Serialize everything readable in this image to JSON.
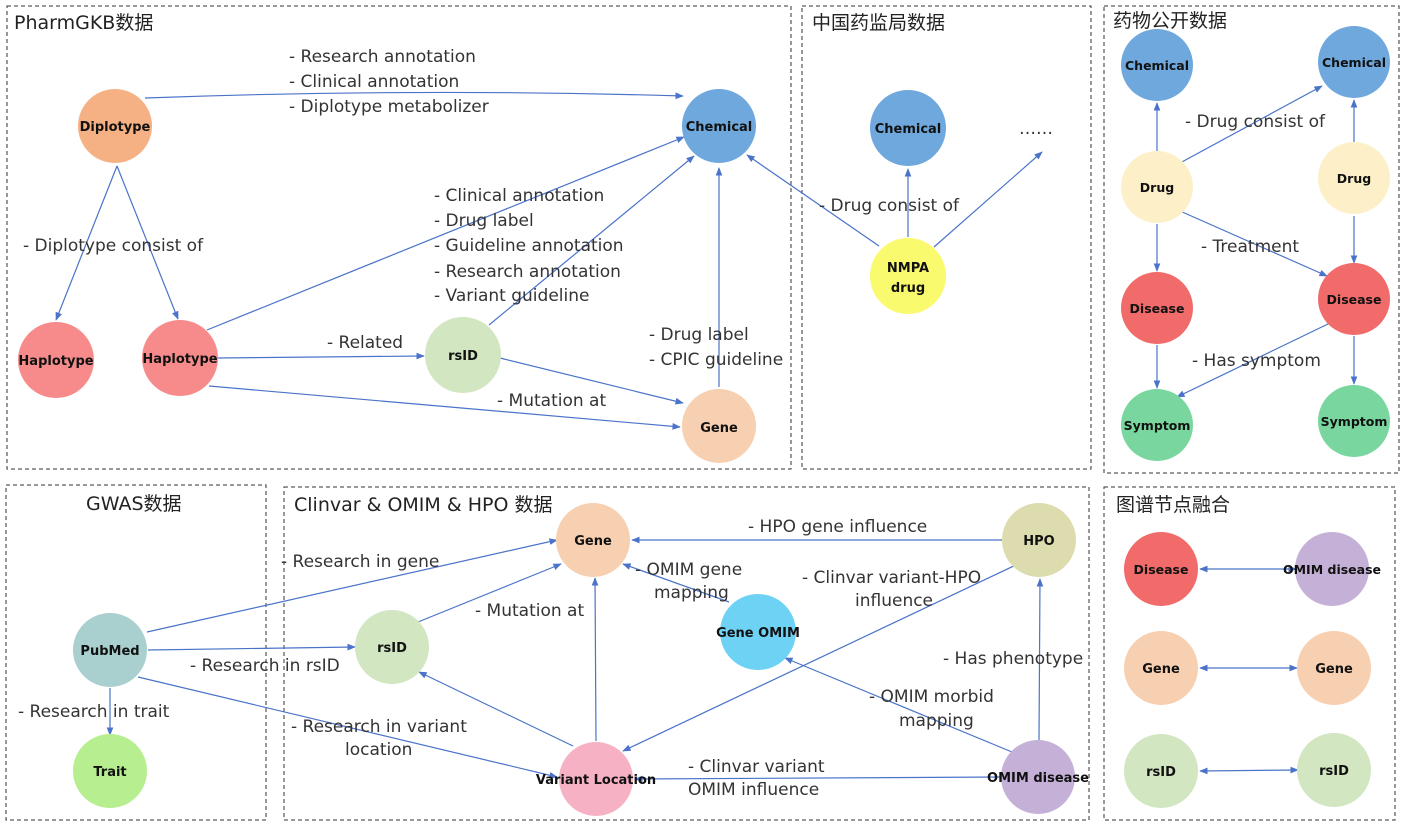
{
  "panels": {
    "pharmgkb": "PharmGKB数据",
    "nmpa": "中国药监局数据",
    "public_drug": "药物公开数据",
    "gwas": "GWAS数据",
    "clinvar": "Clinvar & OMIM & HPO 数据",
    "fusion": "图谱节点融合"
  },
  "nodes": {
    "p1_diplotype": "Diplotype",
    "p1_chemical": "Chemical",
    "p1_haplotype_a": "Haplotype",
    "p1_haplotype_b": "Haplotype",
    "p1_rsid": "rsID",
    "p1_gene": "Gene",
    "p2_chemical": "Chemical",
    "p2_nmpa_line1": "NMPA",
    "p2_nmpa_line2": "drug",
    "p2_ellipsis": "……",
    "p3_chemical_a": "Chemical",
    "p3_chemical_b": "Chemical",
    "p3_drug_a": "Drug",
    "p3_drug_b": "Drug",
    "p3_disease_a": "Disease",
    "p3_disease_b": "Disease",
    "p3_symptom_a": "Symptom",
    "p3_symptom_b": "Symptom",
    "p4_pubmed": "PubMed",
    "p4_trait": "Trait",
    "p5_gene": "Gene",
    "p5_hpo": "HPO",
    "p5_rsid": "rsID",
    "p5_gene_omim": "Gene OMIM",
    "p5_variant_location": "Variant Location",
    "p5_omim_disease": "OMIM disease",
    "p6_disease": "Disease",
    "p6_omim_disease": "OMIM disease",
    "p6_gene_a": "Gene",
    "p6_gene_b": "Gene",
    "p6_rsid_a": "rsID",
    "p6_rsid_b": "rsID"
  },
  "labels": {
    "p1_dip_chem_1": "-   Research annotation",
    "p1_dip_chem_2": "-   Clinical annotation",
    "p1_dip_chem_3": "-   Diplotype metabolizer",
    "p1_dip_consist": "- Diplotype consist of",
    "p1_rsid_chem_1": "-   Clinical annotation",
    "p1_rsid_chem_2": "-   Drug label",
    "p1_rsid_chem_3": "-   Guideline annotation",
    "p1_rsid_chem_4": "-   Research annotation",
    "p1_rsid_chem_5": "-   Variant guideline",
    "p1_related": "- Related",
    "p1_gene_chem_1": "-   Drug label",
    "p1_gene_chem_2": "-   CPIC guideline",
    "p1_mutation": "- Mutation at",
    "p2_drug_consist": "- Drug consist of",
    "p3_drug_consist": "- Drug consist of",
    "p3_treatment": "- Treatment",
    "p3_symptom": "- Has symptom",
    "p4_research_gene": "- Research in gene",
    "p4_research_rsid": "- Research in rsID",
    "p4_research_trait": "- Research in trait",
    "p4_research_variant_1": "- Research in variant",
    "p4_research_variant_2": "location",
    "p5_hpo_gene": "- HPO gene influence",
    "p5_omim_gene_1": "- OMIM gene",
    "p5_omim_gene_2": "mapping",
    "p5_mutation": "- Mutation at",
    "p5_clinvar_hpo_1": "- Clinvar variant-HPO",
    "p5_clinvar_hpo_2": "influence",
    "p5_phenotype": "- Has phenotype",
    "p5_morbid_1": "- OMIM morbid",
    "p5_morbid_2": "mapping",
    "p5_clinvar_omim_1": "- Clinvar variant",
    "p5_clinvar_omim_2": "OMIM influence"
  },
  "colors": {
    "chemical": "#6fa8dc",
    "diplotype": "#f5b183",
    "haplotype": "#f78b8b",
    "rsid": "#d2e6c2",
    "gene": "#f7cfb1",
    "nmpa": "#fafa6e",
    "drug": "#fdf0c8",
    "disease": "#f26b6b",
    "symptom": "#78d69e",
    "pubmed": "#a9cfcf",
    "trait": "#b6ee90",
    "hpo": "#dcdcae",
    "gene_omim": "#6ed2f5",
    "variant_location": "#f6b2c4",
    "omim_disease": "#c5b1d8",
    "edge": "#4a73c9"
  }
}
